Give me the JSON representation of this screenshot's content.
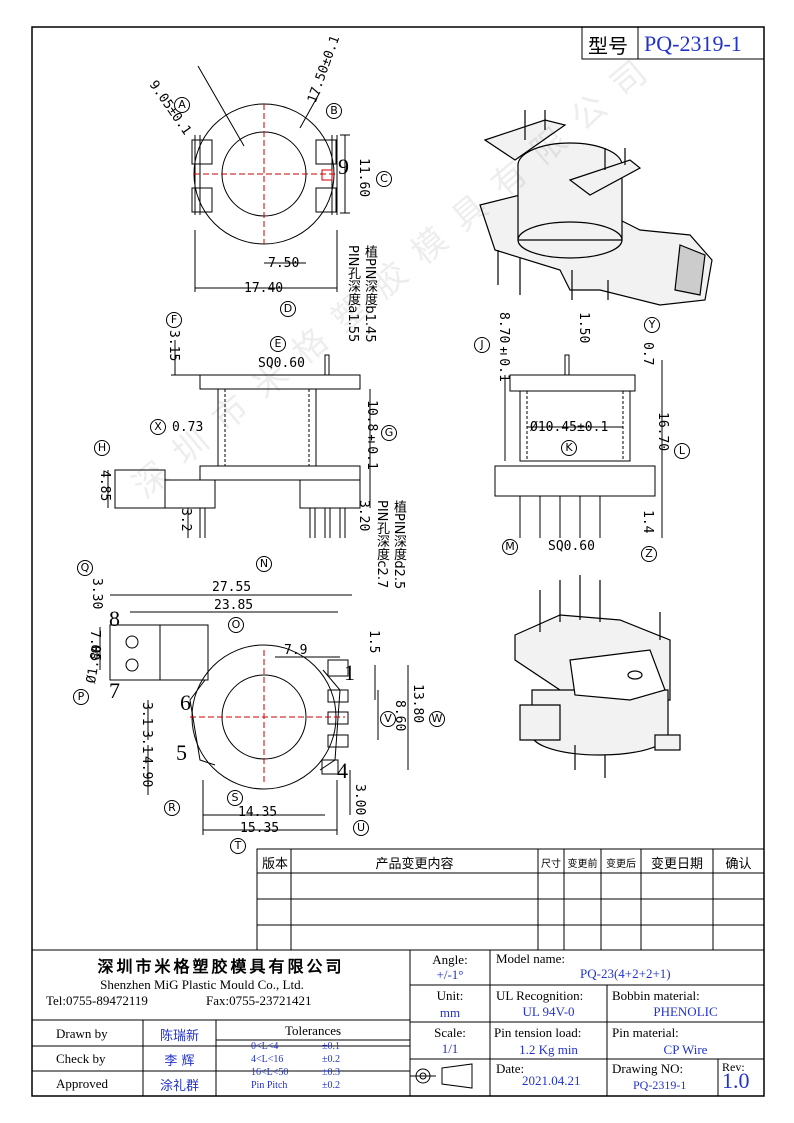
{
  "header": {
    "model_label": "型号",
    "model_value": "PQ-2319-1"
  },
  "dims": {
    "d_a": "9.05±0.1",
    "d_b": "17.50±0.1",
    "d_11_60": "11.60",
    "d_7_50": "7.50",
    "d_17_40": "17.40",
    "d_3_15": "3.15",
    "pin_a": "PIN孔深度a1.55",
    "pin_b": "植PIN深度b1.45",
    "sq_top": "SQ0.60",
    "d_0_73": "0.73",
    "d_10_8": "10.8±0.1",
    "d_4_85": "4.85",
    "d_3_2": "3.2",
    "d_3_20": "3.20",
    "pin_c": "PIN孔深度c2.7",
    "pin_d": "植PIN深度d2.5",
    "d_8_70": "8.70±0.1",
    "d_1_50": "1.50",
    "d_0_7": "0.7",
    "d_phi_10_45": "Ø10.45±0.1",
    "d_16_70": "16.70",
    "d_1_4": "1.4",
    "sq_bottom": "SQ0.60",
    "d_3_30": "3.30",
    "d_27_55": "27.55",
    "d_23_85": "23.85",
    "d_7_9": "7.9",
    "d_7_05": "7.05",
    "d_1_80": "Ø1.80",
    "d_3_1": "3.1",
    "d_4_90": "4.90",
    "d_1_5": "1.5",
    "d_8_60": "8.60",
    "d_13_80": "13.80",
    "d_14_35": "14.35",
    "d_15_35": "15.35",
    "d_3_00": "3.00",
    "d_9": "9",
    "pin1": "1",
    "pin4": "4",
    "pin5": "5",
    "pin6": "6",
    "pin7": "7",
    "pin8": "8"
  },
  "markers": {
    "A": "A",
    "B": "B",
    "C": "C",
    "D": "D",
    "E": "E",
    "F": "F",
    "G": "G",
    "H": "H",
    "J": "J",
    "K": "K",
    "L": "L",
    "M": "M",
    "N": "N",
    "O": "O",
    "P": "P",
    "Q": "Q",
    "R": "R",
    "S": "S",
    "T": "T",
    "U": "U",
    "V": "V",
    "W": "W",
    "X": "X",
    "Y": "Y",
    "Z": "Z"
  },
  "revision_table": {
    "headers": [
      "版本",
      "产品变更内容",
      "尺寸",
      "变更前",
      "变更后",
      "变更日期",
      "确认"
    ]
  },
  "company": {
    "name_cn": "深圳市米格塑胶模具有限公司",
    "name_en": "Shenzhen MiG Plastic Mould Co., Ltd.",
    "tel": "Tel:0755-89472119",
    "fax": "Fax:0755-23721421",
    "watermark": "深圳市米格塑胶模具有限公司"
  },
  "title_block": {
    "angle_label": "Angle:",
    "angle_value": "+/-1°",
    "unit_label": "Unit:",
    "unit_value": "mm",
    "scale_label": "Scale:",
    "scale_value": "1/1",
    "model_name_label": "Model name:",
    "model_name_value": "PQ-23(4+2+2+1)",
    "ul_label": "UL Recognition:",
    "ul_value": "UL 94V-0",
    "bobbin_label": "Bobbin material:",
    "bobbin_value": "PHENOLIC",
    "tension_label": "Pin tension load:",
    "tension_value": "1.2 Kg min",
    "pin_mat_label": "Pin material:",
    "pin_mat_value": "CP Wire",
    "date_label": "Date:",
    "date_value": "2021.04.21",
    "drawing_label": "Drawing NO:",
    "drawing_value": "PQ-2319-1",
    "rev_label": "Rev:",
    "rev_value": "1.0",
    "drawn_label": "Drawn by",
    "drawn_value": "陈瑞新",
    "check_label": "Check by",
    "check_value": "李 辉",
    "approved_label": "Approved",
    "approved_value": "涂礼群",
    "tolerances_label": "Tolerances",
    "tol_rows": [
      {
        "range": "0<L<4",
        "tol": "±0.1"
      },
      {
        "range": "4<L<16",
        "tol": "±0.2"
      },
      {
        "range": "16<L<50",
        "tol": "±0.3"
      },
      {
        "range": "Pin Pitch",
        "tol": "±0.2"
      }
    ]
  }
}
